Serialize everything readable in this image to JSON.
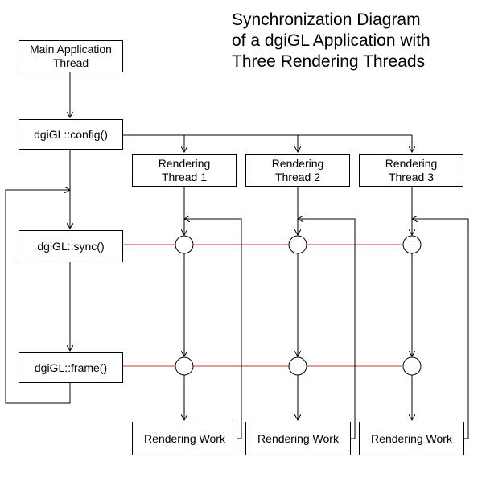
{
  "title": {
    "line1": "Synchronization Diagram",
    "line2": "of a dgiGL Application with",
    "line3": "Three Rendering Threads"
  },
  "main_thread": {
    "line1": "Main Application",
    "line2": "Thread"
  },
  "config_call": "dgiGL::config()",
  "sync_call": "dgiGL::sync()",
  "frame_call": "dgiGL::frame()",
  "rendering_threads": [
    {
      "line1": "Rendering",
      "line2": "Thread 1",
      "work": "Rendering Work"
    },
    {
      "line1": "Rendering",
      "line2": "Thread 2",
      "work": "Rendering Work"
    },
    {
      "line1": "Rendering",
      "line2": "Thread 3",
      "work": "Rendering Work"
    }
  ],
  "colors": {
    "sync_line": "#cc3333",
    "stroke": "#000000",
    "background": "#ffffff"
  }
}
